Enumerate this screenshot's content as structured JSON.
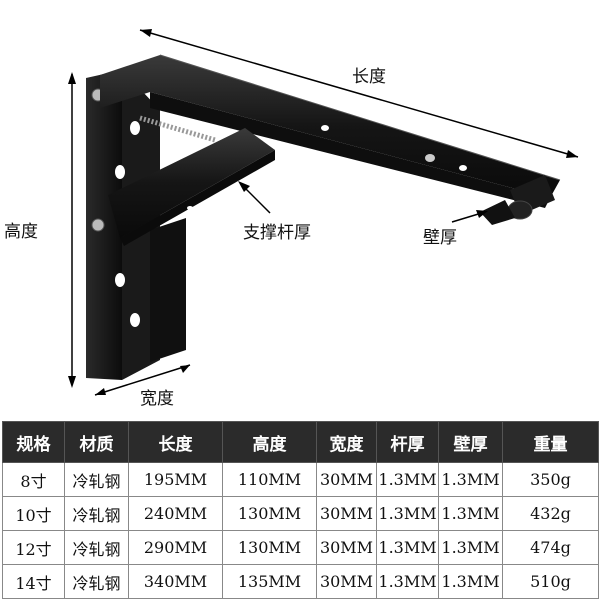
{
  "labels": {
    "length": "长度",
    "height": "高度",
    "width": "宽度",
    "brace_thickness": "支撑杆厚",
    "wall_thickness": "壁厚"
  },
  "table": {
    "headers": [
      "规格",
      "材质",
      "长度",
      "高度",
      "宽度",
      "杆厚",
      "壁厚",
      "重量"
    ],
    "rows": [
      [
        "8寸",
        "冷轧钢",
        "195MM",
        "110MM",
        "30MM",
        "1.3MM",
        "1.3MM",
        "350g"
      ],
      [
        "10寸",
        "冷轧钢",
        "240MM",
        "130MM",
        "30MM",
        "1.3MM",
        "1.3MM",
        "432g"
      ],
      [
        "12寸",
        "冷轧钢",
        "290MM",
        "130MM",
        "30MM",
        "1.3MM",
        "1.3MM",
        "474g"
      ],
      [
        "14寸",
        "冷轧钢",
        "340MM",
        "135MM",
        "30MM",
        "1.3MM",
        "1.3MM",
        "510g"
      ]
    ]
  },
  "colors": {
    "header_bg": "#2b2b2b",
    "bracket": "#141414"
  }
}
